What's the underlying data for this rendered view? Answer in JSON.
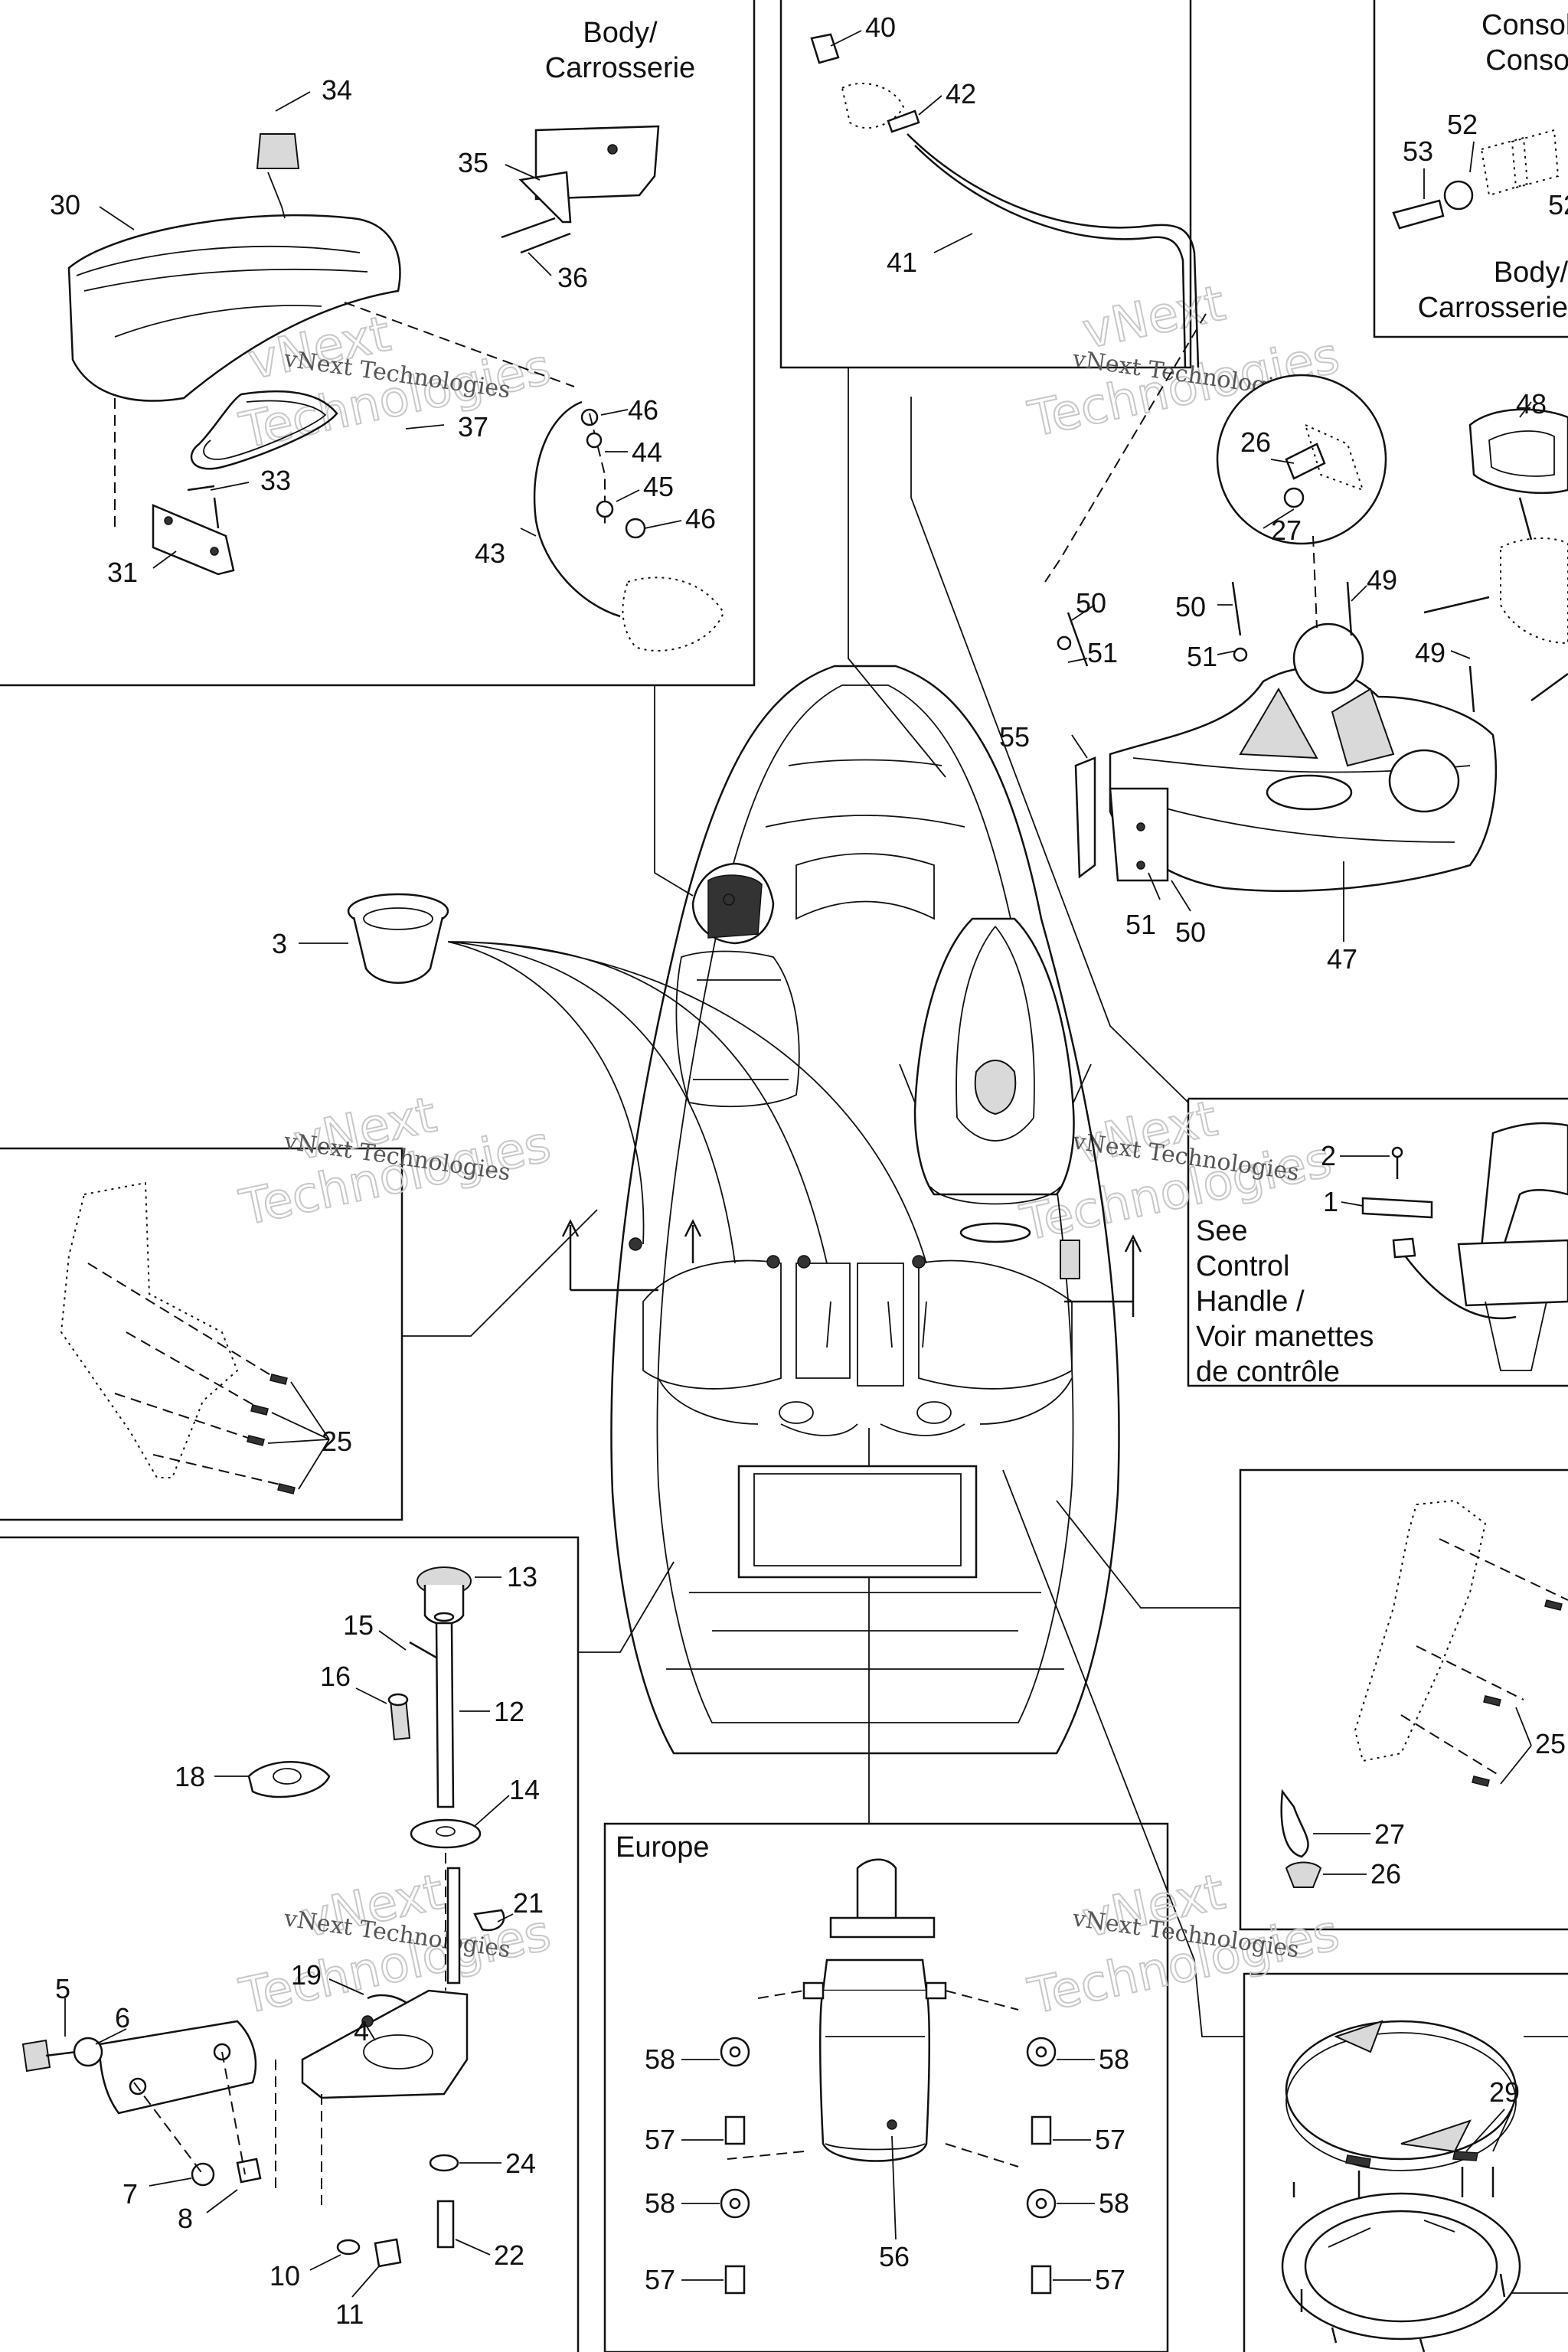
{
  "boxes": {
    "body": "Body/\nCarrosserie",
    "console": "Console/\nConsole",
    "body_right": "Body/\nCarrosserie",
    "see_control": "See\nControl\nHandle /\nVoir manettes\nde contrôle",
    "europe": "Europe"
  },
  "watermark": {
    "text": "vNext Technologies",
    "big_top": "vNext",
    "big_bottom": "Technologies"
  },
  "callouts": [
    "1",
    "2",
    "3",
    "5",
    "6",
    "7",
    "8",
    "10",
    "11",
    "12",
    "13",
    "14",
    "15",
    "16",
    "18",
    "19",
    "21",
    "22",
    "24",
    "25",
    "26",
    "27",
    "29",
    "30",
    "31",
    "33",
    "34",
    "35",
    "36",
    "37",
    "40",
    "41",
    "42",
    "43",
    "44",
    "45",
    "46",
    "47",
    "48",
    "49",
    "50",
    "51",
    "52",
    "53",
    "55",
    "56",
    "57",
    "58"
  ]
}
